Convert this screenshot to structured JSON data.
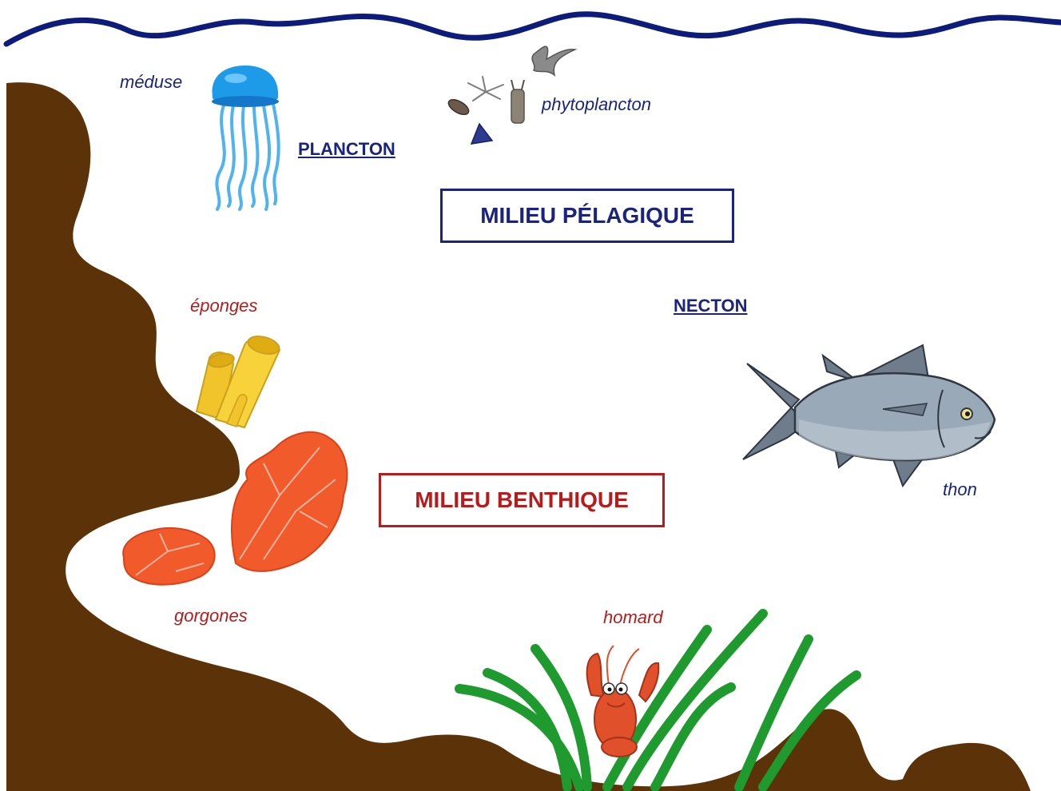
{
  "diagram": {
    "zones": {
      "pelagic": "MILIEU PÉLAGIQUE",
      "benthic": "MILIEU BENTHIQUE"
    },
    "groups": {
      "plankton": "PLANCTON",
      "nekton": "NECTON"
    },
    "organisms": {
      "jellyfish": "méduse",
      "phytoplankton": "phytoplancton",
      "sponges": "éponges",
      "gorgonians": "gorgones",
      "lobster": "homard",
      "tuna": "thon"
    },
    "colors": {
      "surface_wave": "#0d1b7a",
      "seabed": "#5c3308",
      "pelagic_text": "#1a237e",
      "benthic_text": "#b71c1c",
      "seagrass": "#1e9a2e",
      "coral": "#e64a19",
      "sponge": "#f2c42c",
      "jellyfish": "#1e9be8",
      "tuna": "#9aa9b8"
    }
  }
}
